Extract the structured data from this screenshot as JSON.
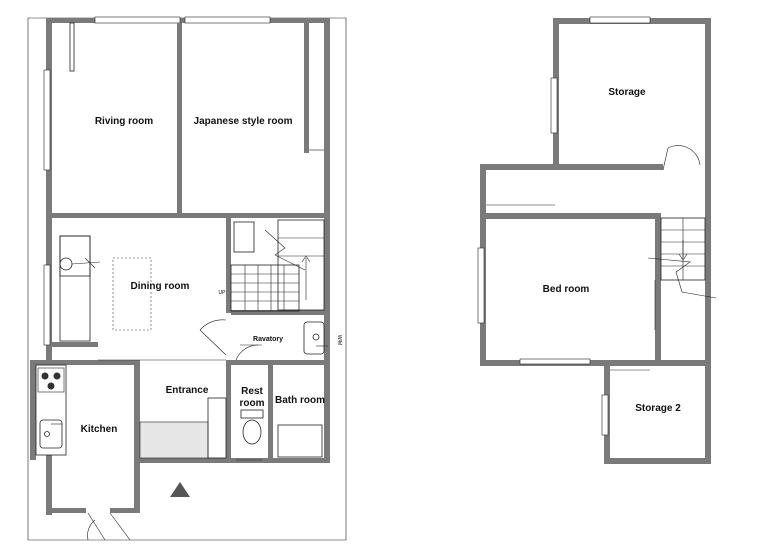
{
  "floor1": {
    "rooms": {
      "riving_room": "Riving room",
      "japanese_room": "Japanese style room",
      "dining_room": "Dining room",
      "kitchen": "Kitchen",
      "entrance": "Entrance",
      "rest_room_line1": "Rest",
      "rest_room_line2": "room",
      "bath_room": "Bath room",
      "ravatory": "Ravatory"
    },
    "stair_label": "UP",
    "wm_label": "W/M"
  },
  "floor2": {
    "rooms": {
      "storage": "Storage",
      "bed_room": "Bed room",
      "storage2": "Storage 2"
    }
  },
  "colors": {
    "wall": "#7a7a7a",
    "line": "#222222",
    "floor_tile": "#e6e6e6"
  }
}
